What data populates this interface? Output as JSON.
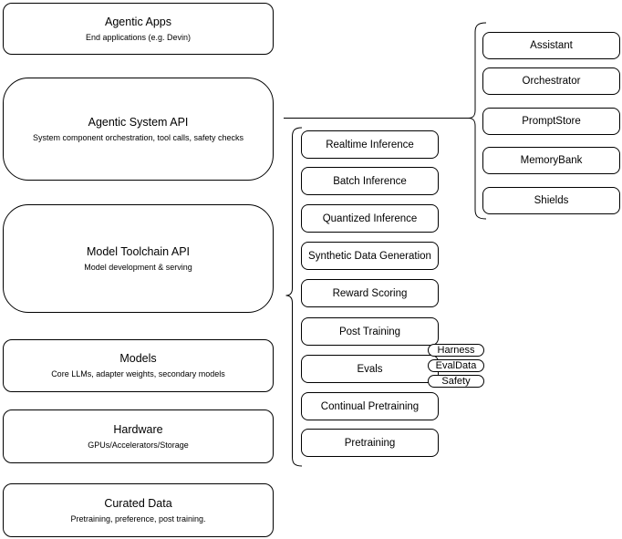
{
  "diagram": {
    "stack": [
      {
        "title": "Agentic Apps",
        "subtitle": "End applications (e.g. Devin)"
      },
      {
        "title": "Agentic System API",
        "subtitle": "System component orchestration, tool calls, safety checks"
      },
      {
        "title": "Model Toolchain API",
        "subtitle": "Model development & serving"
      },
      {
        "title": "Models",
        "subtitle": "Core LLMs, adapter weights, secondary models"
      },
      {
        "title": "Hardware",
        "subtitle": "GPUs/Accelerators/Storage"
      },
      {
        "title": "Curated Data",
        "subtitle": "Pretraining, preference, post training."
      }
    ],
    "toolchain_items": [
      "Realtime Inference",
      "Batch Inference",
      "Quantized Inference",
      "Synthetic Data Generation",
      "Reward Scoring",
      "Post Training",
      "Evals",
      "Continual Pretraining",
      "Pretraining"
    ],
    "eval_pills": [
      "Harness",
      "EvalData",
      "Safety"
    ],
    "system_components": [
      "Assistant",
      "Orchestrator",
      "PromptStore",
      "MemoryBank",
      "Shields"
    ],
    "colors": {
      "stroke": "#000000",
      "fill": "#ffffff",
      "background": "#ffffff"
    }
  }
}
